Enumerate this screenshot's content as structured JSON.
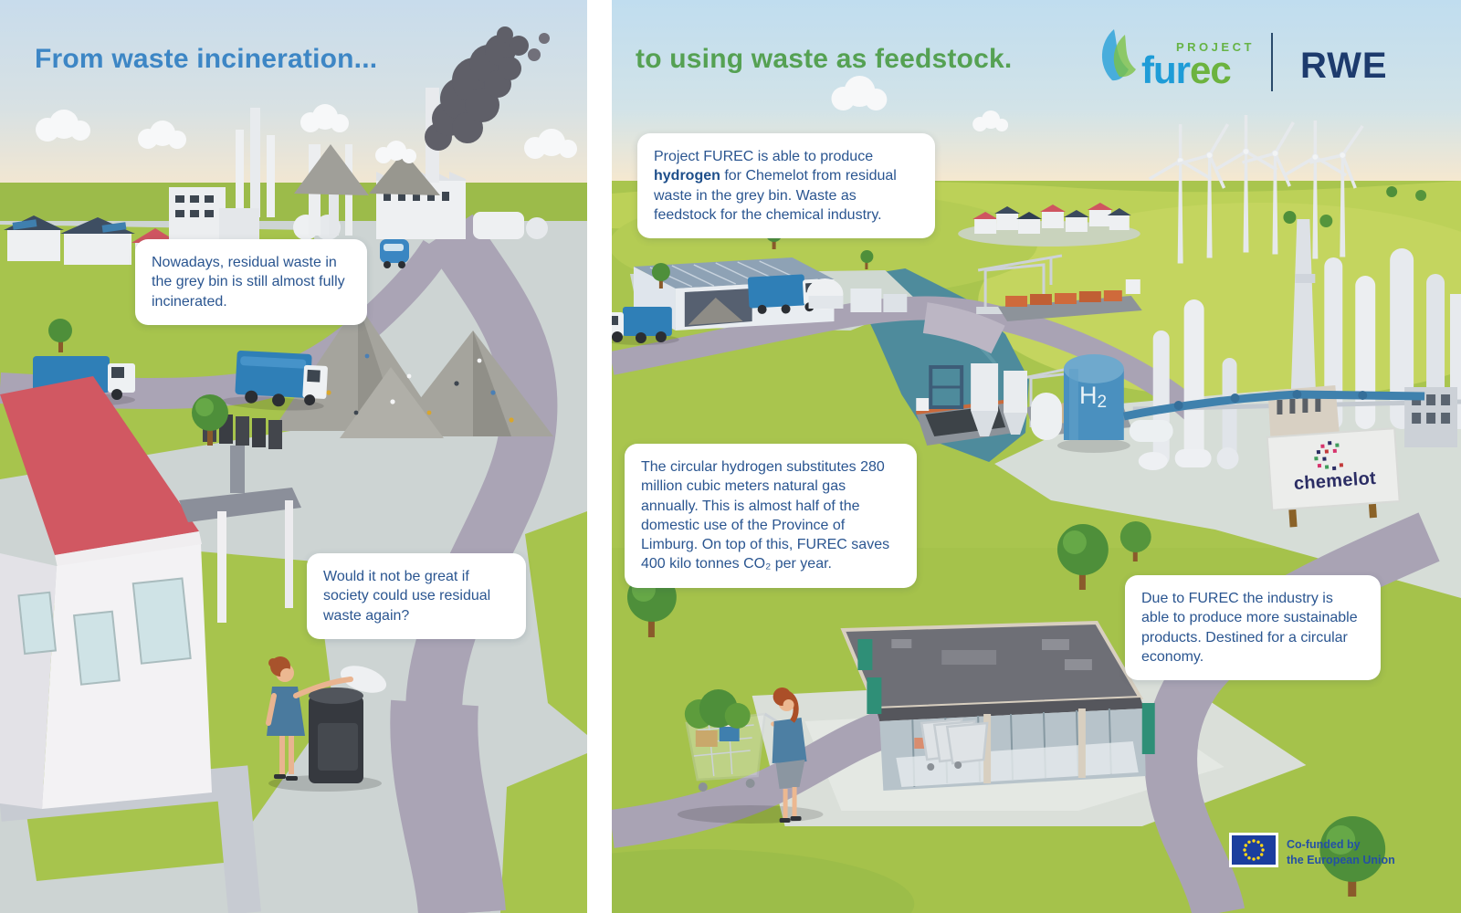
{
  "titles": {
    "left": "From waste incineration...",
    "right": "to using waste as feedstock."
  },
  "brand": {
    "furec_project": "PROJECT",
    "furec_fur": "fur",
    "furec_ec": "ec",
    "rwe": "RWE"
  },
  "callouts": {
    "incinerated": {
      "text": "Nowadays, residual waste in the grey bin is still almost fully incinerated."
    },
    "question": {
      "text": "Would it not be great if society could use residual waste again?"
    },
    "hydrogen": {
      "pre": "Project FUREC is able to produce ",
      "bold": "hydrogen",
      "post": " for Chemelot from residual waste in the grey bin. Waste as feedstock for the chemical industry."
    },
    "substitutes": {
      "text": "The circular hydrogen substitutes 280 million cubic meters natural gas annually. This is almost half of the domestic use of the Province of Limburg. On top of this, FUREC saves 400 kilo tonnes CO₂ per year."
    },
    "sustainable": {
      "text": "Due to FUREC the industry is able to produce more sustainable products. Destined for a circular economy."
    }
  },
  "scene": {
    "h2_label": "H",
    "h2_sub": "2",
    "chemelot_sign": "chemelot"
  },
  "footer": {
    "eu_line1": "Co-funded by",
    "eu_line2": "the European Union"
  },
  "colors": {
    "title_blue": "#3d86c5",
    "title_green": "#55a153",
    "callout_text": "#2a5590",
    "rwe_navy": "#1d3b6d",
    "furec_blue": "#1e9cd7",
    "furec_green": "#6cb33f",
    "eu_blue": "#2450a4",
    "h2_tank_blue": "#4a90bf",
    "grass_green": "#a9c54e",
    "road_grey": "#a9a3b4",
    "river_teal": "#4e8b9c",
    "roof_red": "#d15862",
    "truck_blue": "#2f7fb7"
  }
}
